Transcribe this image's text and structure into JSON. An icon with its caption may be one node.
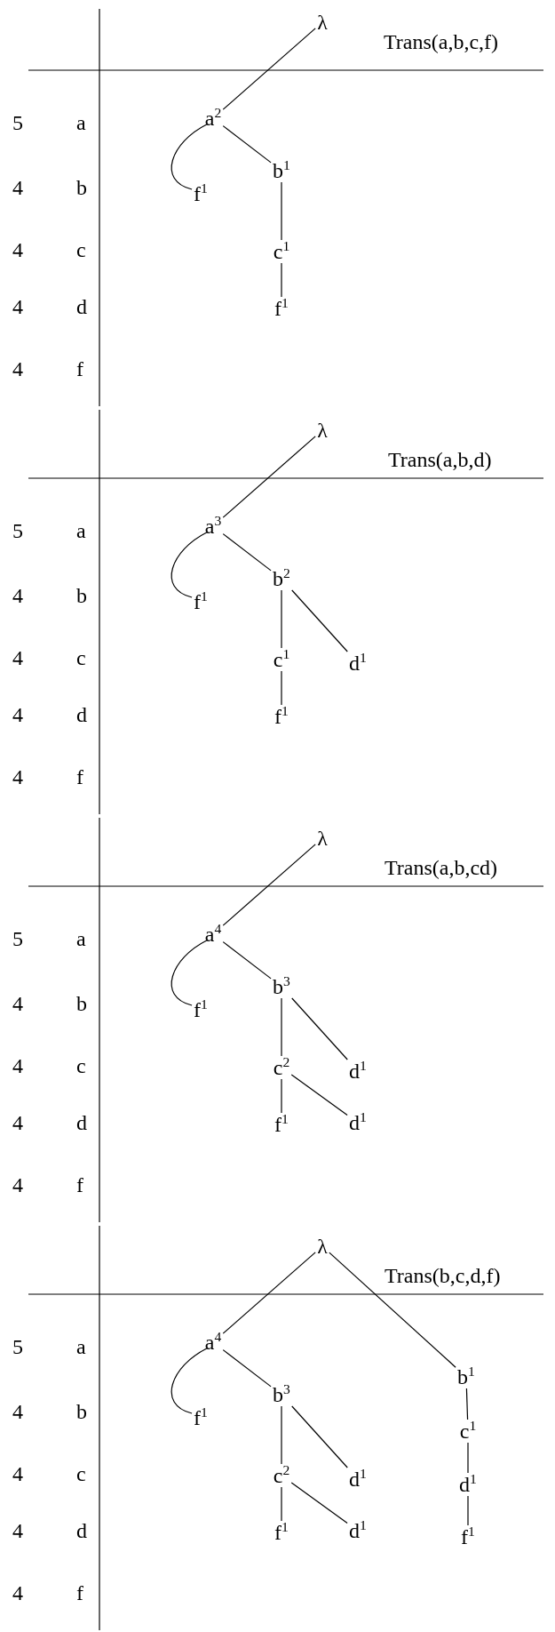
{
  "diagram": {
    "nodes": [
      {
        "text": [
          "λ"
        ]
      },
      {
        "text": [
          "a$^{2}$"
        ]
      },
      {
        "text": [
          "b$^{1}$"
        ]
      },
      {
        "text": [
          "f$^{1}$"
        ]
      },
      {
        "text": [
          "c$^{1}$"
        ]
      },
      {
        "text": [
          "f$^{1}$"
        ]
      },
      {
        "text": [
          "λ"
        ]
      },
      {
        "text": [
          "a$^{3}$"
        ]
      },
      {
        "text": [
          "b$^{2}$"
        ]
      },
      {
        "text": [
          "f$^{1}$"
        ]
      },
      {
        "text": [
          "c$^{1}$"
        ]
      },
      {
        "text": [
          "d$^{1}$"
        ]
      },
      {
        "text": [
          "f$^{1}$"
        ]
      },
      {
        "text": [
          "λ"
        ]
      },
      {
        "text": [
          "a$^{4}$"
        ]
      },
      {
        "text": [
          "b$^{3}$"
        ]
      },
      {
        "text": [
          "f$^{1}$"
        ]
      },
      {
        "text": [
          "c$^{2}$"
        ]
      },
      {
        "text": [
          "d$^{1}$"
        ]
      },
      {
        "text": [
          "f$^{1}$"
        ]
      },
      {
        "text": [
          "d$^{1}$"
        ]
      },
      {
        "text": [
          "λ"
        ]
      },
      {
        "text": [
          "a$^{4}$"
        ]
      },
      {
        "text": [
          "b$^{3}$"
        ]
      },
      {
        "text": [
          "f$^{1}$"
        ]
      },
      {
        "text": [
          "c$^{2}$"
        ]
      },
      {
        "text": [
          "d$^{1}$"
        ]
      },
      {
        "text": [
          "f$^{1}$"
        ]
      },
      {
        "text": [
          "d$^{1}$"
        ]
      },
      {
        "text": [
          "b$^{1}$"
        ]
      },
      {
        "text": [
          "c$^{1}$"
        ]
      },
      {
        "text": [
          "d$^{1}$"
        ]
      },
      {
        "text": [
          "f$^{1}$"
        ]
      }
    ],
    "edges": [
      {
        "from": 0,
        "to": 1,
        "arrow": "none"
      },
      {
        "from": 1,
        "to": 2,
        "arrow": "none"
      },
      {
        "from": 1,
        "to": 3,
        "arrow": "none"
      },
      {
        "from": 2,
        "to": 4,
        "arrow": "none"
      },
      {
        "from": 4,
        "to": 5,
        "arrow": "none"
      },
      {
        "from": 6,
        "to": 7,
        "arrow": "none"
      },
      {
        "from": 7,
        "to": 8,
        "arrow": "none"
      },
      {
        "from": 7,
        "to": 9,
        "arrow": "none"
      },
      {
        "from": 8,
        "to": 10,
        "arrow": "none"
      },
      {
        "from": 8,
        "to": 11,
        "arrow": "none"
      },
      {
        "from": 10,
        "to": 12,
        "arrow": "none"
      },
      {
        "from": 13,
        "to": 14,
        "arrow": "none"
      },
      {
        "from": 14,
        "to": 15,
        "arrow": "none"
      },
      {
        "from": 14,
        "to": 16,
        "arrow": "none"
      },
      {
        "from": 15,
        "to": 17,
        "arrow": "none"
      },
      {
        "from": 15,
        "to": 18,
        "arrow": "none"
      },
      {
        "from": 17,
        "to": 19,
        "arrow": "none"
      },
      {
        "from": 17,
        "to": 20,
        "arrow": "none"
      },
      {
        "from": 21,
        "to": 22,
        "arrow": "none"
      },
      {
        "from": 22,
        "to": 23,
        "arrow": "none"
      },
      {
        "from": 22,
        "to": 24,
        "arrow": "none"
      },
      {
        "from": 23,
        "to": 25,
        "arrow": "none"
      },
      {
        "from": 23,
        "to": 26,
        "arrow": "none"
      },
      {
        "from": 25,
        "to": 27,
        "arrow": "none"
      },
      {
        "from": 25,
        "to": 28,
        "arrow": "none"
      },
      {
        "from": 21,
        "to": 29,
        "arrow": "none"
      },
      {
        "from": 29,
        "to": 30,
        "arrow": "none"
      },
      {
        "from": 30,
        "to": 31,
        "arrow": "none"
      },
      {
        "from": 31,
        "to": 32,
        "arrow": "none"
      }
    ],
    "labels": [
      "Trans(a,b,c,f)",
      "5",
      "a",
      "4",
      "b",
      "4",
      "c",
      "4",
      "d",
      "4",
      "f",
      "Trans(a,b,d)",
      "5",
      "a",
      "4",
      "b",
      "4",
      "c",
      "4",
      "d",
      "4",
      "f",
      "Trans(a,b,cd)",
      "5",
      "a",
      "4",
      "b",
      "4",
      "c",
      "4",
      "d",
      "4",
      "f",
      "Trans(b,c,d,f)",
      "5",
      "a",
      "4",
      "b",
      "4",
      "c",
      "4",
      "d",
      "4",
      "f"
    ]
  }
}
